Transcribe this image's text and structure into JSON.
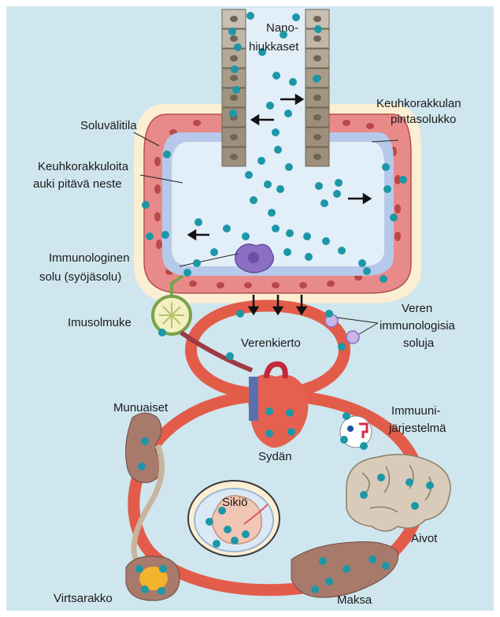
{
  "labels": {
    "nano_line1": "Nano-",
    "nano_line2": "hiukkaset",
    "soluvalitila": "Soluvälitila",
    "pintasolukko_line1": "Keuhkorakkulan",
    "pintasolukko_line2": "pintasolukko",
    "neste_line1": "Keuhkorakkuloita",
    "neste_line2": "auki pitävä neste",
    "immuno_line1": "Immunologinen",
    "immuno_line2": "solu (syöjäsolu)",
    "imusolmuke": "Imusolmuke",
    "veren_line1": "Veren",
    "veren_line2": "immunologisia",
    "veren_line3": "soluja",
    "verenkierto": "Verenkierto",
    "munuaiset": "Munuaiset",
    "immuuni_line1": "Immuuni-",
    "immuuni_line2": "järjestelmä",
    "sydan": "Sydän",
    "sikio": "Sikiö",
    "aivot": "Aivot",
    "virtsarakko": "Virtsarakko",
    "maksa": "Maksa"
  },
  "colors": {
    "background": "#cfe6ee",
    "nanoparticle": "#1c97a6",
    "epithelial_cell": "#e98a8a",
    "airway_cell": "#a89a88",
    "fluid_layer": "#b7c9ea",
    "interstitial": "#fbeed3",
    "blood_vessel": "#e35c4a",
    "organ": "#a87a6c",
    "brain": "#d8cbb9"
  }
}
